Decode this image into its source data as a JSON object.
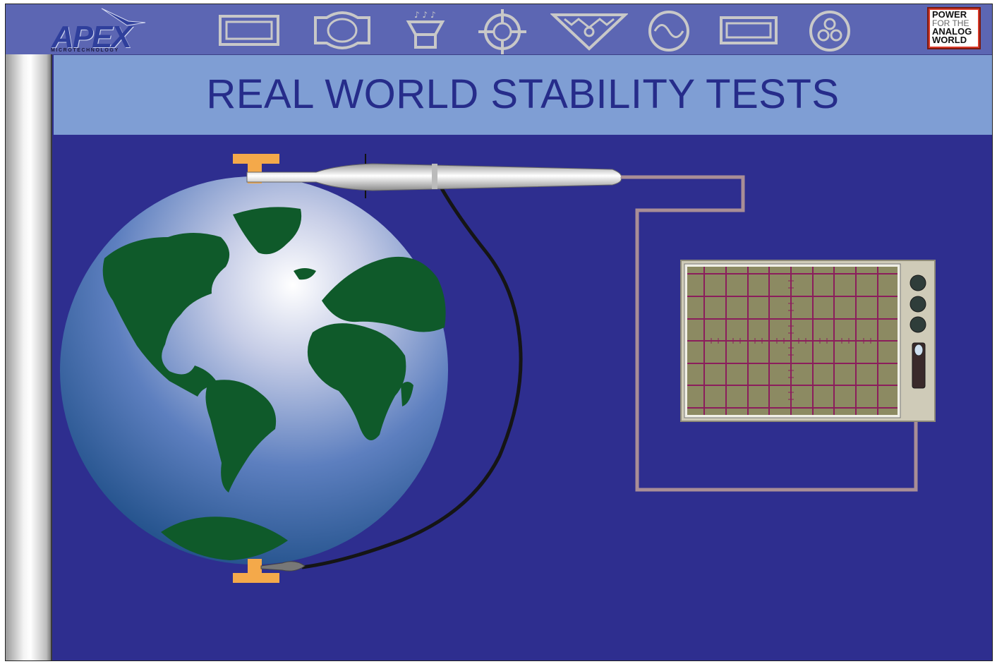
{
  "header": {
    "logo_text": "APEX",
    "logo_subtext": "MICROTECHNOLOGY",
    "badge_lines": [
      "POWER",
      "FOR THE",
      "ANALOG",
      "WORLD"
    ],
    "nav_icons": [
      "rectangle-module-icon",
      "round-package-icon",
      "audio-speaker-icon",
      "crosshair-target-icon",
      "triangle-emblem-icon",
      "sine-wave-icon",
      "flat-rectangle-icon",
      "triple-circle-icon"
    ]
  },
  "title": "REAL WORLD STABILITY TESTS",
  "colors": {
    "background": "#2e2e8f",
    "title_band": "#7f9ed4",
    "title_text": "#262c8a",
    "topbar": "#5c66b3",
    "continents": "#0f5a2a",
    "ocean": "#3c6ab2",
    "clamp": "#f4a94a",
    "wire": "#a98e96",
    "scope_body": "#cfcbb8",
    "scope_screen": "#8c8a62",
    "scope_grid": "#8b1e5c"
  }
}
